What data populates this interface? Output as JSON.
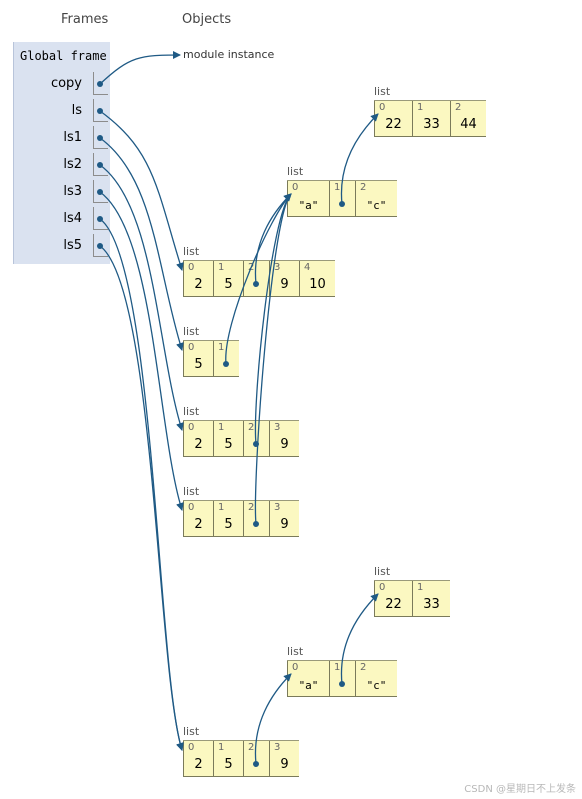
{
  "headers": {
    "frames": "Frames",
    "objects": "Objects"
  },
  "frame": {
    "title": "Global frame",
    "vars": [
      {
        "name": "copy"
      },
      {
        "name": "ls"
      },
      {
        "name": "ls1"
      },
      {
        "name": "ls2"
      },
      {
        "name": "ls3"
      },
      {
        "name": "ls4"
      },
      {
        "name": "ls5"
      }
    ]
  },
  "module_label": "module instance",
  "objects": [
    {
      "id": "L1",
      "type": "list",
      "items": [
        {
          "i": "0",
          "v": "22"
        },
        {
          "i": "1",
          "v": "33"
        },
        {
          "i": "2",
          "v": "44"
        }
      ]
    },
    {
      "id": "L2",
      "type": "list",
      "items": [
        {
          "i": "0",
          "v": "\"a\""
        },
        {
          "i": "1",
          "v": ""
        },
        {
          "i": "2",
          "v": "\"c\""
        }
      ]
    },
    {
      "id": "L3",
      "type": "list",
      "items": [
        {
          "i": "0",
          "v": "2"
        },
        {
          "i": "1",
          "v": "5"
        },
        {
          "i": "2",
          "v": ""
        },
        {
          "i": "3",
          "v": "9"
        },
        {
          "i": "4",
          "v": "10"
        }
      ]
    },
    {
      "id": "L4",
      "type": "list",
      "items": [
        {
          "i": "0",
          "v": "5"
        },
        {
          "i": "1",
          "v": ""
        }
      ]
    },
    {
      "id": "L5",
      "type": "list",
      "items": [
        {
          "i": "0",
          "v": "2"
        },
        {
          "i": "1",
          "v": "5"
        },
        {
          "i": "2",
          "v": ""
        },
        {
          "i": "3",
          "v": "9"
        }
      ]
    },
    {
      "id": "L6",
      "type": "list",
      "items": [
        {
          "i": "0",
          "v": "2"
        },
        {
          "i": "1",
          "v": "5"
        },
        {
          "i": "2",
          "v": ""
        },
        {
          "i": "3",
          "v": "9"
        }
      ]
    },
    {
      "id": "L7",
      "type": "list",
      "items": [
        {
          "i": "0",
          "v": "22"
        },
        {
          "i": "1",
          "v": "33"
        }
      ]
    },
    {
      "id": "L8",
      "type": "list",
      "items": [
        {
          "i": "0",
          "v": "\"a\""
        },
        {
          "i": "1",
          "v": ""
        },
        {
          "i": "2",
          "v": "\"c\""
        }
      ]
    },
    {
      "id": "L9",
      "type": "list",
      "items": [
        {
          "i": "0",
          "v": "2"
        },
        {
          "i": "1",
          "v": "5"
        },
        {
          "i": "2",
          "v": ""
        },
        {
          "i": "3",
          "v": "9"
        }
      ]
    }
  ],
  "pointers": [
    {
      "from": "var:copy",
      "to": "module"
    },
    {
      "from": "var:ls",
      "to": "L3"
    },
    {
      "from": "var:ls1",
      "to": "L4"
    },
    {
      "from": "var:ls2",
      "to": "L5"
    },
    {
      "from": "var:ls3",
      "to": "L6"
    },
    {
      "from": "var:ls4",
      "to": "L9"
    },
    {
      "from": "var:ls5",
      "to": "L9"
    },
    {
      "from": "L2[1]",
      "to": "L1"
    },
    {
      "from": "L3[2]",
      "to": "L2"
    },
    {
      "from": "L4[1]",
      "to": "L2"
    },
    {
      "from": "L5[2]",
      "to": "L2"
    },
    {
      "from": "L6[2]",
      "to": "L2"
    },
    {
      "from": "L8[1]",
      "to": "L7"
    },
    {
      "from": "L9[2]",
      "to": "L8"
    }
  ],
  "colors": {
    "arrow": "#1f5a85",
    "frame_bg": "#dae2f0",
    "cell_bg": "#fbf8c1"
  },
  "watermark": "CSDN @星期日不上发条"
}
